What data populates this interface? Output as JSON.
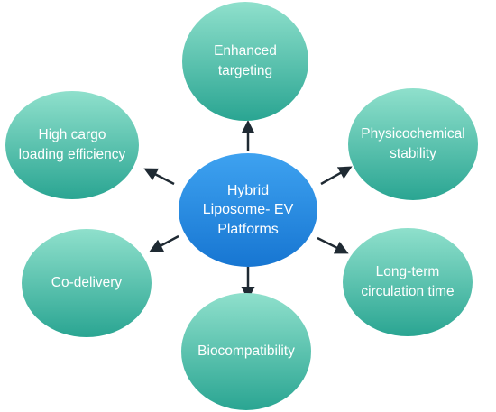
{
  "diagram": {
    "center": {
      "text": "Hybrid\nLiposome- EV\nPlatforms",
      "color": "#1e88e5"
    },
    "nodes": [
      {
        "id": "enhanced-targeting",
        "text": "Enhanced\ntargeting"
      },
      {
        "id": "physicochemical-stability",
        "text": "Physicochemical\nstability"
      },
      {
        "id": "long-term-circulation",
        "text": "Long-term\ncirculation time"
      },
      {
        "id": "biocompatibility",
        "text": "Biocompatibility"
      },
      {
        "id": "co-delivery",
        "text": "Co-delivery"
      },
      {
        "id": "high-cargo-loading",
        "text": "High cargo\nloading efficiency"
      }
    ],
    "node_color_top": "#8fe0cc",
    "node_color_bottom": "#2aa592",
    "arrow_color": "#1f2a33"
  }
}
